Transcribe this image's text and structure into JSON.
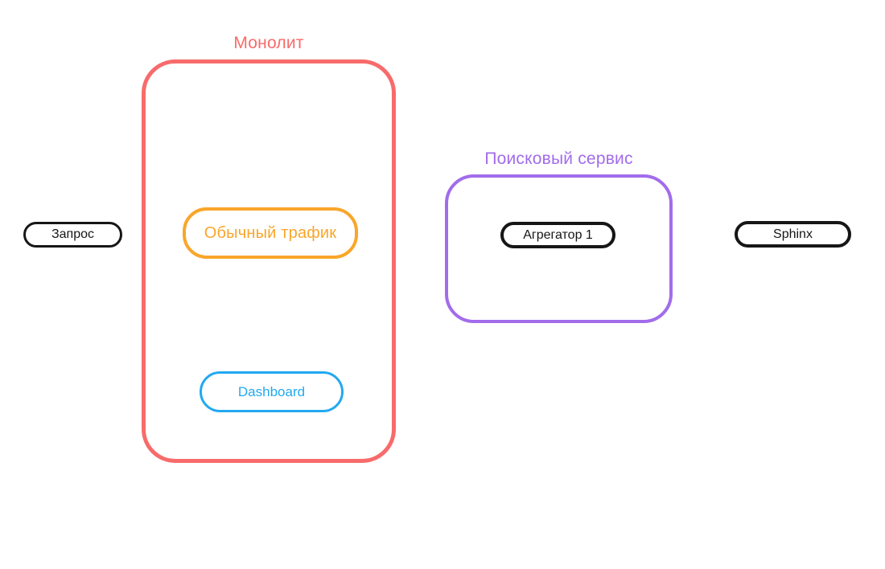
{
  "diagram": {
    "background": "#ffffff",
    "groups": {
      "monolith": {
        "label": "Монолит",
        "color": "#f86b6b"
      },
      "search_service": {
        "label": "Поисковый сервис",
        "color": "#a26ceb"
      }
    },
    "nodes": {
      "zapros": {
        "label": "Запрос",
        "color": "#161616"
      },
      "regular_traffic": {
        "label": "Обычный трафик",
        "color": "#f9a62a"
      },
      "dashboard": {
        "label": "Dashboard",
        "color": "#22a9f0"
      },
      "aggregator_1": {
        "label": "Агрегатор 1",
        "color": "#161616"
      },
      "sphinx": {
        "label": "Sphinx",
        "color": "#161616"
      }
    }
  }
}
